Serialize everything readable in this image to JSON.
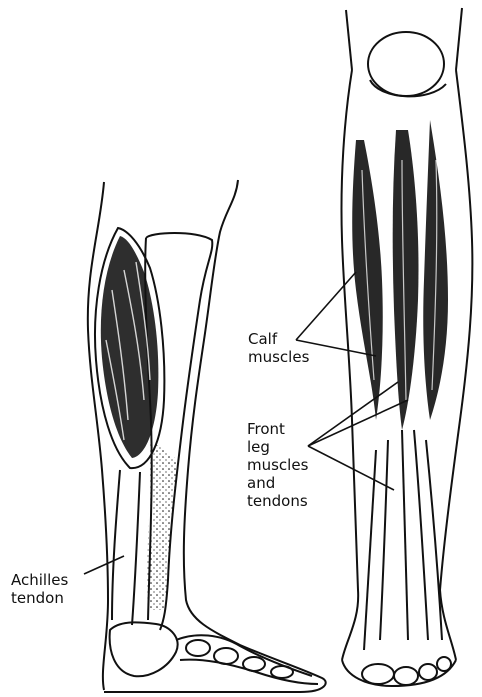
{
  "labels": {
    "calf_line1": "Calf",
    "calf_line2": "muscles",
    "front_line1": "Front",
    "front_line2": "leg",
    "front_line3": "muscles",
    "front_line4": "and",
    "front_line5": "tendons",
    "achilles_line1": "Achilles",
    "achilles_line2": "tendon"
  },
  "colors": {
    "ink": "#111111",
    "paper": "#ffffff"
  }
}
